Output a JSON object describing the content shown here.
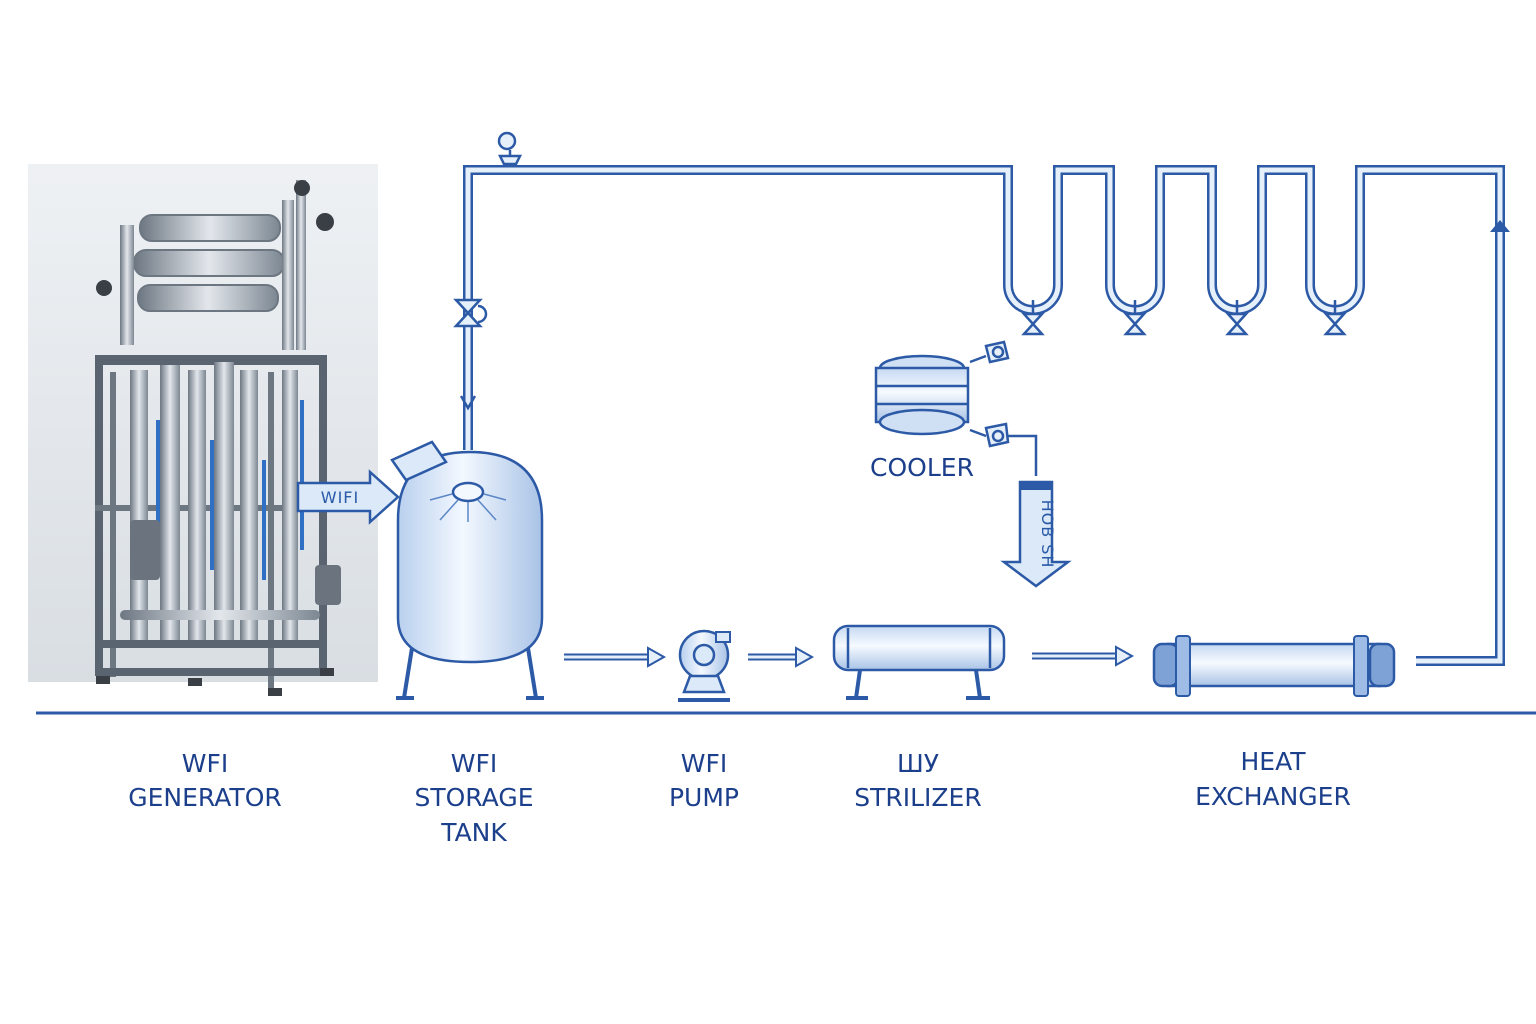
{
  "generator": {
    "label_line1": "WFI",
    "label_line2": "GENERATOR",
    "arrow_text": "WIFI"
  },
  "tank": {
    "label_line1": "WFI",
    "label_line2": "STORAGE",
    "label_line3": "TANK"
  },
  "pump": {
    "label_line1": "WFI",
    "label_line2": "PUMP"
  },
  "sterilizer": {
    "label_line1": "ШУ",
    "label_line2": "STRILIZER"
  },
  "heat_exchanger": {
    "label_line1": "HEAT",
    "label_line2": "EXCHANGER"
  },
  "cooler": {
    "label": "COOLER",
    "drain_text": "HOB SH"
  },
  "colors": {
    "pipe": "#2d5aa6",
    "fill_light": "#e6f0fb",
    "label": "#1c3f8c",
    "steel": "#9aa3ad"
  }
}
